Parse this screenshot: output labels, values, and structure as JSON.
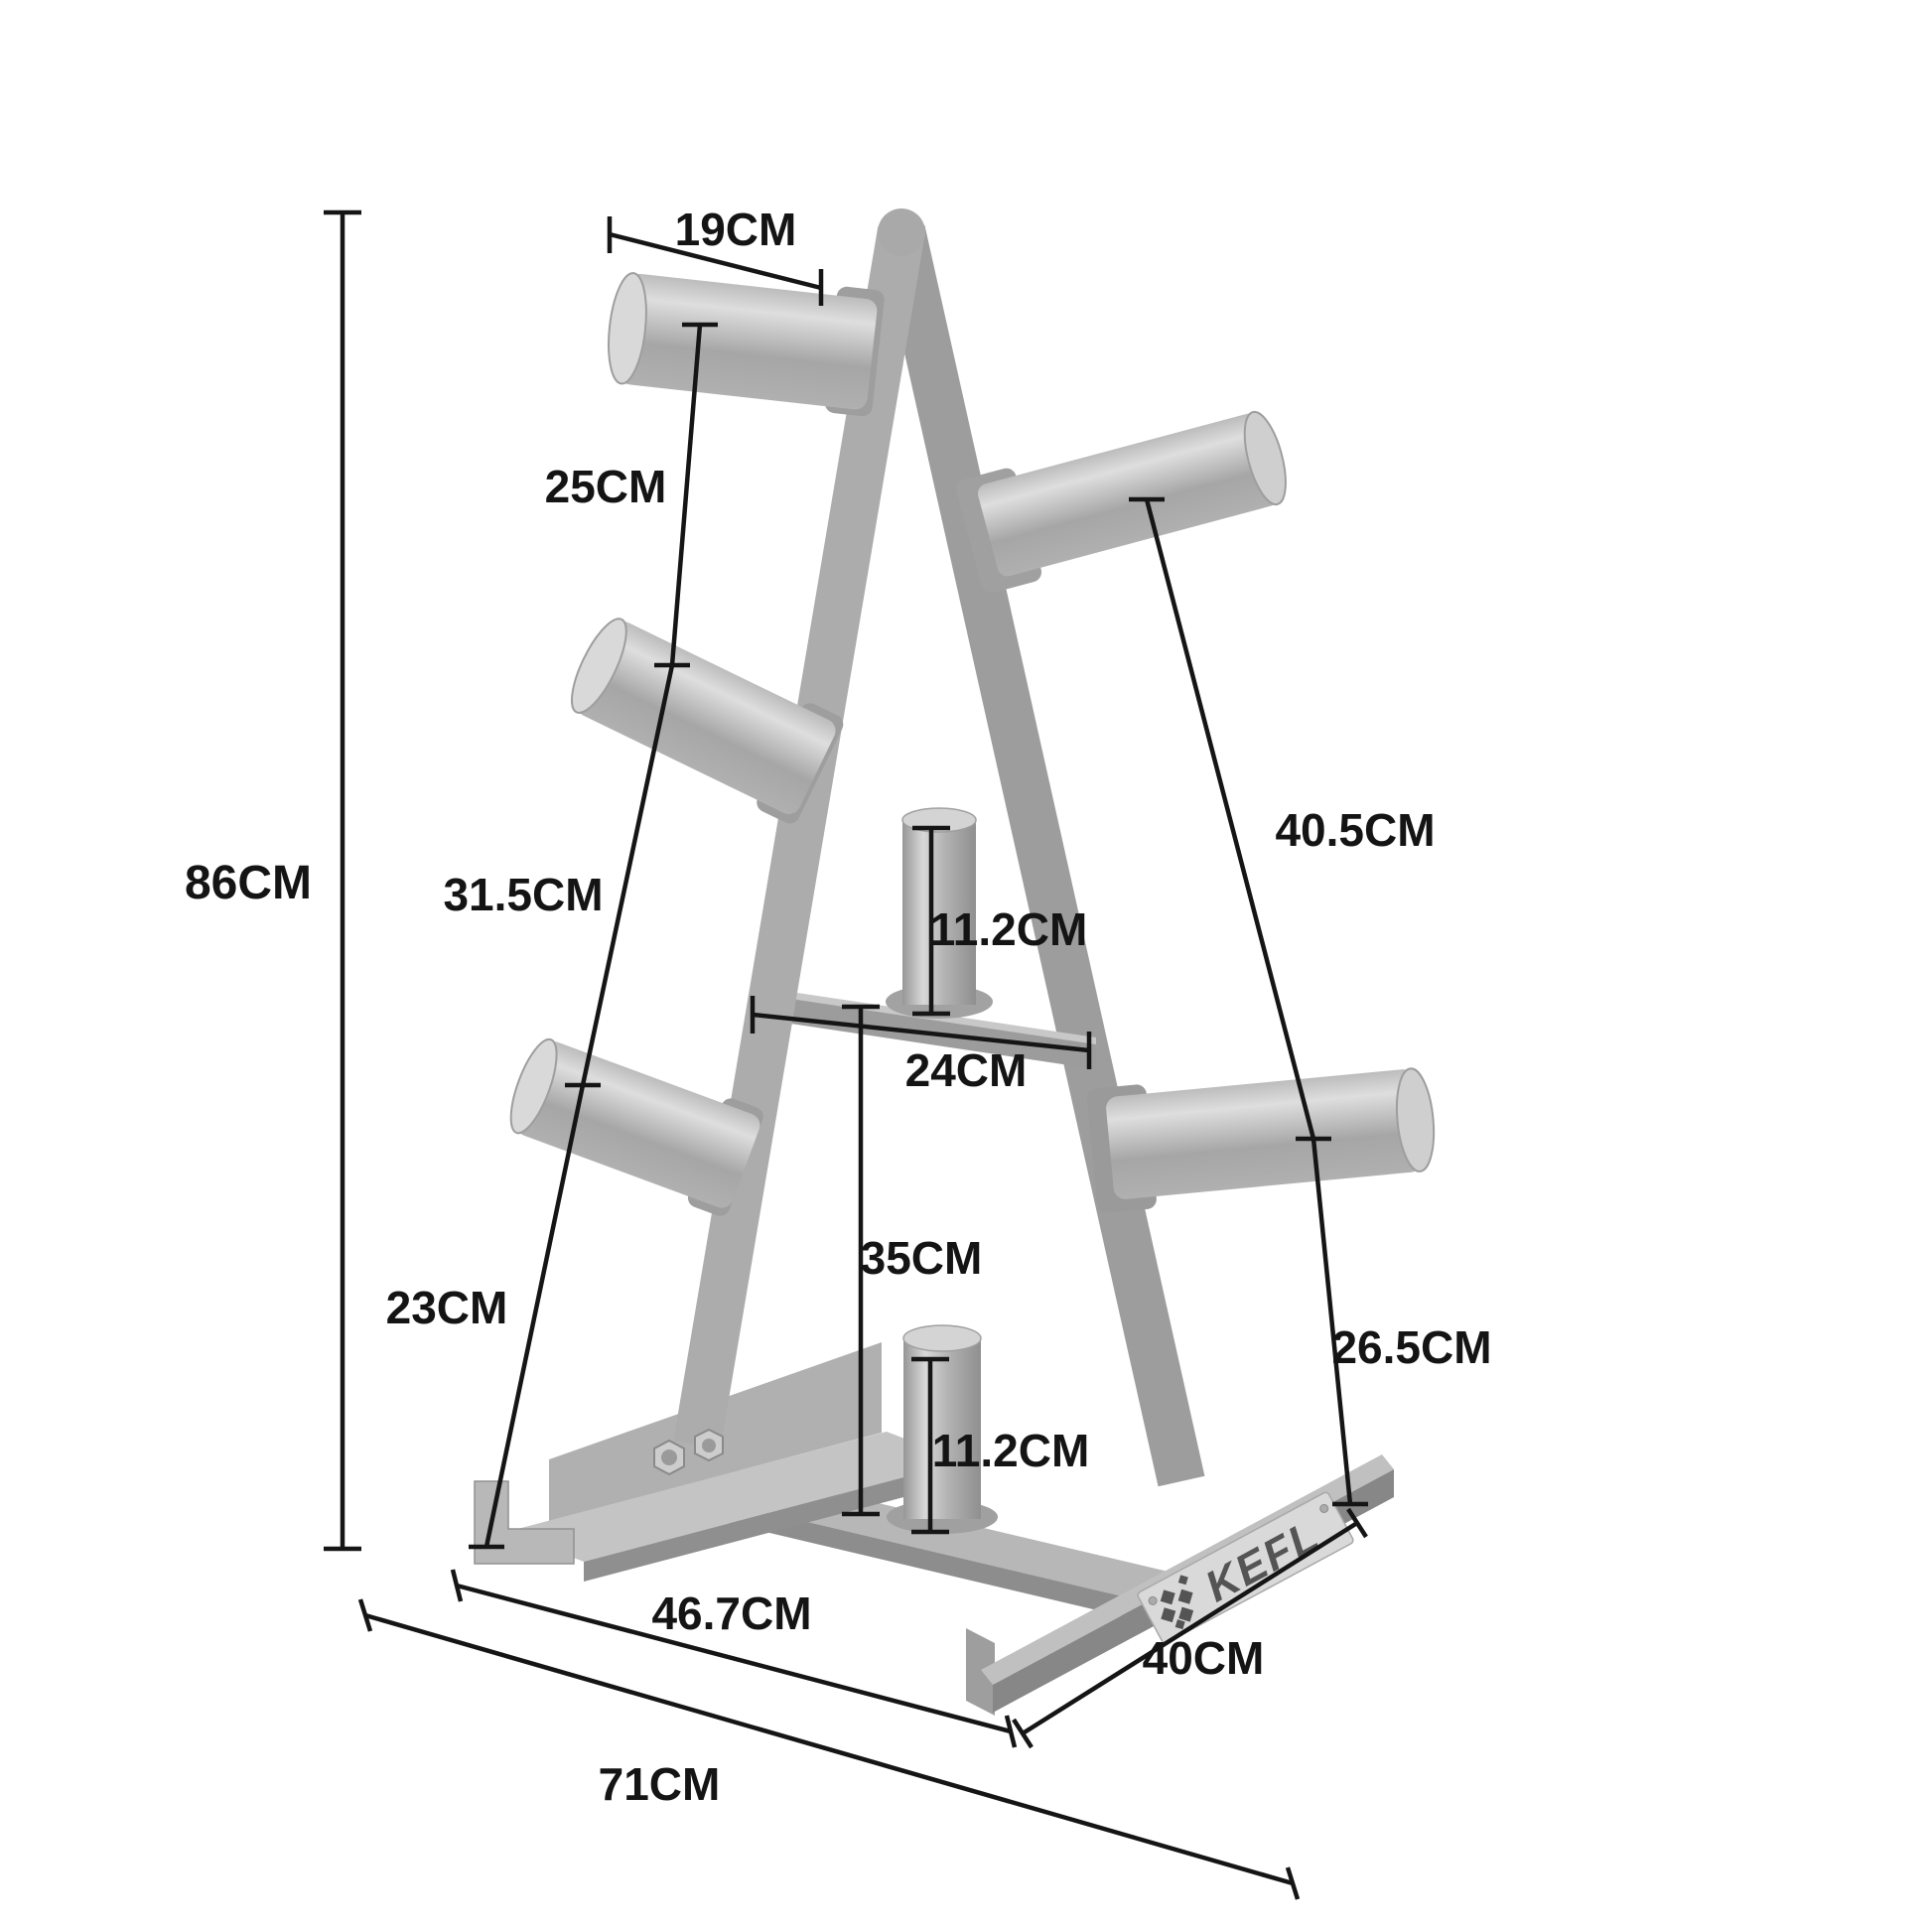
{
  "diagram": {
    "type": "product-dimension-diagram",
    "product": "A-frame weight plate storage tree",
    "logo": "KEFL",
    "colors": {
      "background": "#ffffff",
      "dimension_line": "#151515",
      "label_text": "#141414",
      "metal_light": "#d8d8d8",
      "metal_mid": "#a9a9a9",
      "metal_dark": "#8d8d8d",
      "logo_plate": "#d9d9d9",
      "logo_glyph": "#545454"
    },
    "dimensions": {
      "top_width": "19CM",
      "upper_left_spacing": "25CM",
      "total_height": "86CM",
      "middle_left_spacing": "31.5CM",
      "lower_left_spacing": "23CM",
      "upper_right_spacing": "40.5CM",
      "middle_peg_height": "11.2CM",
      "crossbar_width": "24CM",
      "lower_middle_height": "35CM",
      "bottom_peg_height": "11.2CM",
      "lower_right_spacing": "26.5CM",
      "base_front_length": "46.7CM",
      "base_side_length": "40CM",
      "base_total_width": "71CM"
    }
  }
}
